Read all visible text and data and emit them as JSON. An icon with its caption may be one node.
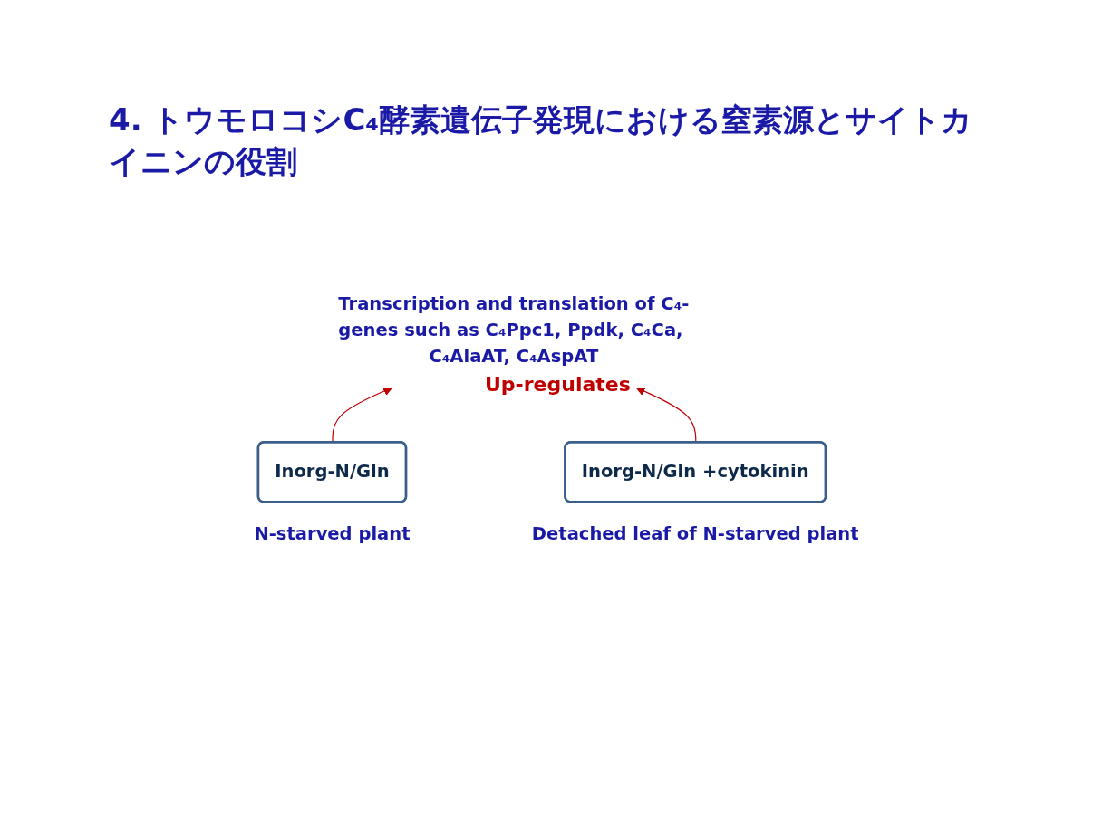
{
  "diagram": {
    "title": "4. トウモロコシC₄酵素遺伝子発現における窒素源とサイトカイニンの役割",
    "nodes": [
      {
        "text": [
          "Inorg-N/Gln"
        ],
        "beside": [
          "N-starved plant"
        ]
      },
      {
        "text": [
          "Inorg-N/Gln +cytokinin"
        ],
        "beside": [
          "Detached leaf of N-starved plant"
        ]
      },
      {
        "text": [
          "Transcription and translation of C₄-genes such as C₄Ppc1, Ppdk, C₄Ca, C₄AlaAT, C₄AspAT"
        ]
      }
    ],
    "edges": [
      {
        "from": 0,
        "to": 2,
        "arrow": "to",
        "color": "#c00000"
      },
      {
        "from": 1,
        "to": 2,
        "arrow": "to",
        "color": "#c00000"
      }
    ],
    "labels": [
      "Up-regulates"
    ]
  }
}
